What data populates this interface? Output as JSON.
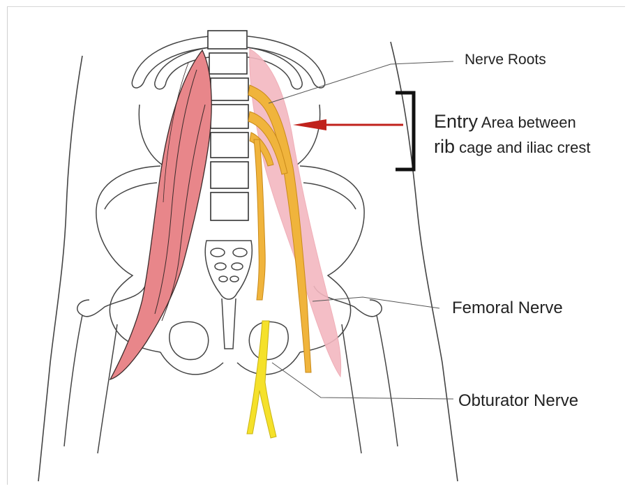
{
  "labels": {
    "nerve_roots": "Nerve Roots",
    "entry_line1_lead": "Entry",
    "entry_line1_rest": " Area between",
    "entry_line2_lead": "rib",
    "entry_line2_rest": " cage and iliac crest",
    "femoral_nerve": "Femoral Nerve",
    "obturator_nerve": "Obturator Nerve"
  },
  "colors": {
    "outline": "#3a3a3a",
    "psoas_muscle_left": "#e8868a",
    "psoas_muscle_right": "#f3b7c0",
    "nerve_plexus": "#f0b43c",
    "obturator_nerve": "#f5e12a",
    "arrow": "#c0221c",
    "bracket": "#111111"
  },
  "icons": {
    "entry_arrow": "arrow-left-icon",
    "entry_bracket": "bracket-icon"
  }
}
